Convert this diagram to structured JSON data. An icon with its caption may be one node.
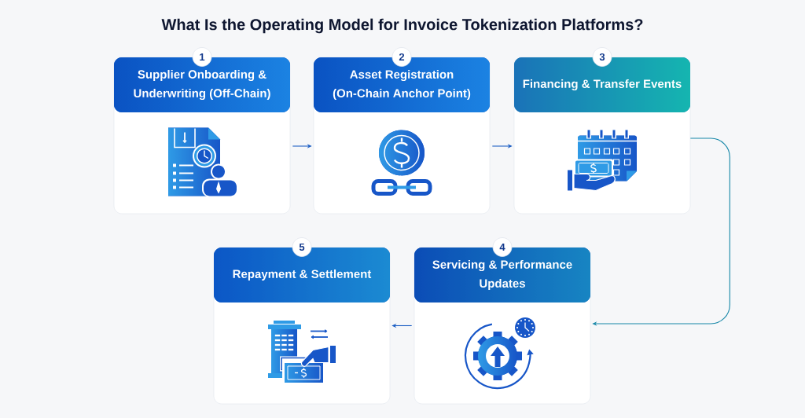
{
  "diagram": {
    "title": "What Is the Operating Model for Invoice Tokenization Platforms?",
    "nodes": [
      {
        "text": [
          "1",
          "Supplier Onboarding & Underwriting (Off-Chain)"
        ]
      },
      {
        "text": [
          "2",
          "Asset Registration (On-Chain Anchor Point)"
        ]
      },
      {
        "text": [
          "3",
          "Financing & Transfer Events"
        ]
      },
      {
        "text": [
          "4",
          "Servicing & Performance Updates"
        ]
      },
      {
        "text": [
          "5",
          "Repayment & Settlement"
        ]
      }
    ],
    "edges": [
      {
        "from": 0,
        "to": 1,
        "arrow": "to"
      },
      {
        "from": 1,
        "to": 2,
        "arrow": "to"
      },
      {
        "from": 2,
        "to": 3,
        "arrow": "to",
        "color": "#1787a8"
      },
      {
        "from": 3,
        "to": 4,
        "arrow": "to"
      }
    ]
  }
}
